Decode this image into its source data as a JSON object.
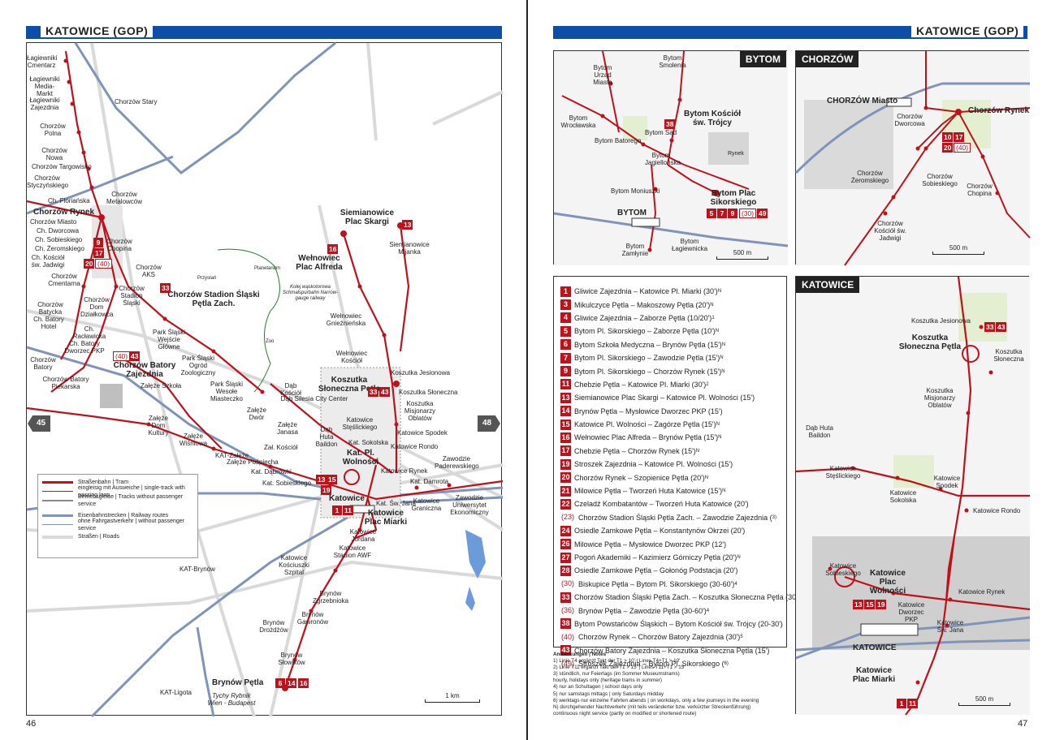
{
  "left_page": {
    "header": "KATOWICE (GOP)",
    "page_number": "46",
    "nav_prev": "45",
    "nav_next": "48",
    "legend": {
      "tram": "Straßenbahn | Tram",
      "single_track": "eingleisig mit Ausweiche | single-track with passing loop",
      "service_track": "Betriebsgleise | Tracks without passenger service",
      "railway": "Eisenbahnstrecken | Railway routes",
      "no_passenger": "ohne Fahrgastverkehr | without passenger service",
      "roads": "Straßen | Roads"
    },
    "scale": "1 km",
    "stops": [
      "Łagiewniki Cmentarz",
      "Łagiewniki Media-Markt",
      "Łagiewniki Zajezdnia",
      "Chorzów Polna",
      "Chorzów Nowa",
      "Chorzów Targowisko",
      "Chorzów Styczyńskiego",
      "Chorzów Metalowców",
      "Ch. Floriańska",
      "Chorzów Rynek",
      "Chorzów Miasto",
      "Ch. Dworcowa",
      "Ch. Sobieskiego",
      "Ch. Żeromskiego",
      "Ch. Kościół św. Jadwigi",
      "Chorzów Chopina",
      "Chorzów AKS",
      "Chorzów Stadion Śląski",
      "Chorzów Stadion Śląski Pętla Zach.",
      "Chorzów Cmentarna",
      "Chorzów Dom Działkowca",
      "Chorzów Batycka",
      "Ch. Batory Hotel",
      "Ch. Racławicka",
      "Ch. Batory Dworzec PKP",
      "Chorzów Batory",
      "Chorzów Batory Piekarska",
      "Chorzów Batory Zajezdnia",
      "Park Śląski Wejście Główne",
      "Park Śląski Ogród Zoologiczny",
      "Park Śląski Wesołe Miasteczko",
      "Załęże Szkoła",
      "Załęże Dom Kultury",
      "Załęże Wiśniowa",
      "Załęże Dwór",
      "Załęże Janasa",
      "Zał. Kościół",
      "Załęże Pośpiecha",
      "Kat. Dąbrówki",
      "Kat. Sobieskiego",
      "Dąb Kościół",
      "Dąb Silesia City Center",
      "Dąb Huta Baildon",
      "Katowice Stęślickiego",
      "Kat. Sokolska",
      "Kat. Pl. Wolności",
      "Katowice Spodek",
      "Katowice Rondo",
      "Katowice Rynek",
      "Kat. Damrota",
      "Kat. Św. Jana",
      "Katowice",
      "Katowice Plac Miarki",
      "Katowice Jordana",
      "Katowice Stadion AWF",
      "Katowice Kościuszki Szpital",
      "Brynów Zgrzebnioka",
      "Brynów Gawronów",
      "Brynów Drożdżów",
      "Brynów Słowików",
      "Brynów Pętla",
      "Zawodzie Paderewskiego",
      "Katowice Graniczna",
      "Zawodzie Uniwersytet Ekonomiczny",
      "Siemianowice Plac Skargi",
      "Siemianowice Mijanka",
      "Wełnowiec Plac Alfreda",
      "Wełnowiec Gnieźnieńska",
      "Wełnowiec Kościół",
      "Koszutka Słoneczna Pętla",
      "Koszutka Jesionowa",
      "Koszutka Słoneczna",
      "Koszutka Misjonarzy Oblatów",
      "Chorzów Stary",
      "KAT-Załęże",
      "KAT-Brynów",
      "KAT-Ligota",
      "Tychy Rybnik Wien - Budapest",
      "Planetarium",
      "Przystań",
      "Zoo",
      "Kolej wąskotorowa Schmalspurbahn Narrow-gauge railway"
    ]
  },
  "right_page": {
    "header": "KATOWICE (GOP)",
    "page_number": "47",
    "insets": {
      "bytom": {
        "title": "BYTOM",
        "scale": "500 m",
        "stops": [
          "Bytom Urząd Miasta",
          "Bytom Smolenia",
          "Bytom Kościół św. Trójcy",
          "Bytom Sąd",
          "Bytom Batorego",
          "Bytom Jagiellońska",
          "Bytom Plac Sikorskiego",
          "Bytom Moniuszki",
          "BYTOM",
          "Bytom Zamłynie",
          "Bytom Łagiewnicka",
          "Bytom Wrocławska",
          "Rynek"
        ]
      },
      "chorzow": {
        "title": "CHORZÓW",
        "scale": "500 m",
        "stops": [
          "CHORZÓW Miasto",
          "Chorzów Rynek",
          "Chorzów Dworcowa",
          "Chorzów Żeromskiego",
          "Chorzów Sobieskiego",
          "Chorzów Chopina",
          "Chorzów Kościół św. Jadwigi"
        ]
      },
      "katowice": {
        "title": "KATOWICE",
        "scale": "500 m",
        "stops": [
          "Koszutka Jesionowa",
          "Koszutka Słoneczna Pętla",
          "Koszutka Słoneczna",
          "Koszutka Misjonarzy Oblatów",
          "Dąb Huta Baildon",
          "Katowice Stęślickiego",
          "Katowice Sokolska",
          "Katowice Spodek",
          "Katowice Rondo",
          "Katowice Sobieskiego",
          "Katowice Plac Wolności",
          "Katowice Dworzec PKP",
          "Katowice Rynek",
          "Katowice Św. Jana",
          "KATOWICE",
          "Katowice Plac Miarki"
        ]
      }
    },
    "routes": [
      {
        "num": "1",
        "paren": false,
        "text": "Gliwice Zajezdnia – Katowice Pl. Miarki (30')",
        "sup": "N"
      },
      {
        "num": "3",
        "paren": false,
        "text": "Mikulczyce Pętla – Makoszowy Pętla (20')",
        "sup": "N"
      },
      {
        "num": "4",
        "paren": false,
        "text": "Gliwice Zajezdnia – Zaborze Pętla (10/20')",
        "sup": "1"
      },
      {
        "num": "5",
        "paren": false,
        "text": "Bytom Pl. Sikorskiego – Zaborze Pętla (10')",
        "sup": "N"
      },
      {
        "num": "6",
        "paren": false,
        "text": "Bytom Szkoła Medyczna – Brynów Pętla (15')",
        "sup": "N"
      },
      {
        "num": "7",
        "paren": false,
        "text": "Bytom Pl. Sikorskiego – Zawodzie Pętla (15')",
        "sup": "N"
      },
      {
        "num": "9",
        "paren": false,
        "text": "Bytom Pl. Sikorskiego – Chorzów Rynek (15')",
        "sup": "N"
      },
      {
        "num": "11",
        "paren": false,
        "text": "Chebzie Pętla – Katowice Pl. Miarki (30')",
        "sup": "2"
      },
      {
        "num": "13",
        "paren": false,
        "text": "Siemianowice Plac Skargi – Katowice Pl. Wolności (15')",
        "sup": ""
      },
      {
        "num": "14",
        "paren": false,
        "text": "Brynów Pętla – Mysłowice Dworzec PKP (15')",
        "sup": ""
      },
      {
        "num": "15",
        "paren": false,
        "text": "Katowice Pl. Wolności – Zagórze Pętla (15')",
        "sup": "N"
      },
      {
        "num": "16",
        "paren": false,
        "text": "Wełnowiec Plac Alfreda – Brynów Pętla (15')",
        "sup": "N"
      },
      {
        "num": "17",
        "paren": false,
        "text": "Chebzie Pętla – Chorzów Rynek (15')",
        "sup": "N"
      },
      {
        "num": "19",
        "paren": false,
        "text": "Stroszek Zajezdnia – Katowice Pl. Wolności (15')",
        "sup": ""
      },
      {
        "num": "20",
        "paren": false,
        "text": "Chorzów Rynek – Szopienice Pętla (20')",
        "sup": "N"
      },
      {
        "num": "21",
        "paren": false,
        "text": "Milowice Pętla – Tworzeń Huta Katowice (15')",
        "sup": "N"
      },
      {
        "num": "22",
        "paren": false,
        "text": "Czeladź Kombatantów – Tworzeń Huta Katowice (20')",
        "sup": ""
      },
      {
        "num": "(23)",
        "paren": true,
        "text": "Chorzów Stadion Śląski Pętla Zach. – Zawodzie Zajezdnia (",
        "sup": "3)"
      },
      {
        "num": "24",
        "paren": false,
        "text": "Osiedle Zamkowe Pętla – Konstantynów Okrzei (20')",
        "sup": ""
      },
      {
        "num": "26",
        "paren": false,
        "text": "Milowice Pętla – Mysłowice Dworzec PKP (12')",
        "sup": ""
      },
      {
        "num": "27",
        "paren": false,
        "text": "Pogoń Akademiki – Kazimierz Górniczy Pętla (20')",
        "sup": "N"
      },
      {
        "num": "28",
        "paren": false,
        "text": "Osiedle Zamkowe Pętla – Gołonóg Podstacja (20')",
        "sup": ""
      },
      {
        "num": "(30)",
        "paren": true,
        "text": "Biskupice Pętla – Bytom Pl. Sikorskiego (30-60')",
        "sup": "4"
      },
      {
        "num": "33",
        "paren": false,
        "text": "Chorzów Stadion Śląski Pętla Zach. – Koszutka Słoneczna Pętla (30')",
        "sup": ""
      },
      {
        "num": "(36)",
        "paren": true,
        "text": "Brynów Pętla – Zawodzie Pętla (30-60')",
        "sup": "4"
      },
      {
        "num": "38",
        "paren": false,
        "text": "Bytom Powstańców Śląskich – Bytom Kościół św. Trójcy (20-30')",
        "sup": ""
      },
      {
        "num": "(40)",
        "paren": true,
        "text": "Chorzów Rynek – Chorzów Batory Zajezdnia (30')",
        "sup": "5"
      },
      {
        "num": "43",
        "paren": false,
        "text": "Chorzów Batory Zajezdnia – Koszutka Słoneczna Pętla (15')",
        "sup": ""
      },
      {
        "num": "(49)",
        "paren": true,
        "text": "Stroszek Zajezdnia – Bytom Pl. Sikorskiego (",
        "sup": "6)"
      }
    ],
    "notes": [
      "Anmerkungen | Notes",
      "1) Linie T4 ergänzt Takt der T1 > 10' | Lines T4+T1 > 10'",
      "2) Linie T11 ergänzt Takt der T1 > 15' | Lines T11+T1 > 15'",
      "3) stündlich, nur Feiertags (im Sommer Museumstrams)",
      "   hourly, holidays only (heritage trams in summer)",
      "4) nur an Schultagen | school days only",
      "5) nur samstags mittags | only Saturdays midday",
      "6) werktags nur einzelne Fahrten abends | on workdays, only a few journeys in the evening",
      "N) durchgehender Nachtverkehr (mit teils veränderter bzw. verkürzter Streckenführung)",
      "   continuous night service (partly on modified or shortened route)"
    ]
  },
  "colors": {
    "tram": "#c0101a",
    "header_bar": "#0d4fa8",
    "railway": "#7f94b8",
    "road": "#d9d9d9",
    "city_block": "#cfcfcf",
    "green_area": "#e3efd0",
    "water": "#6b9bd8"
  }
}
